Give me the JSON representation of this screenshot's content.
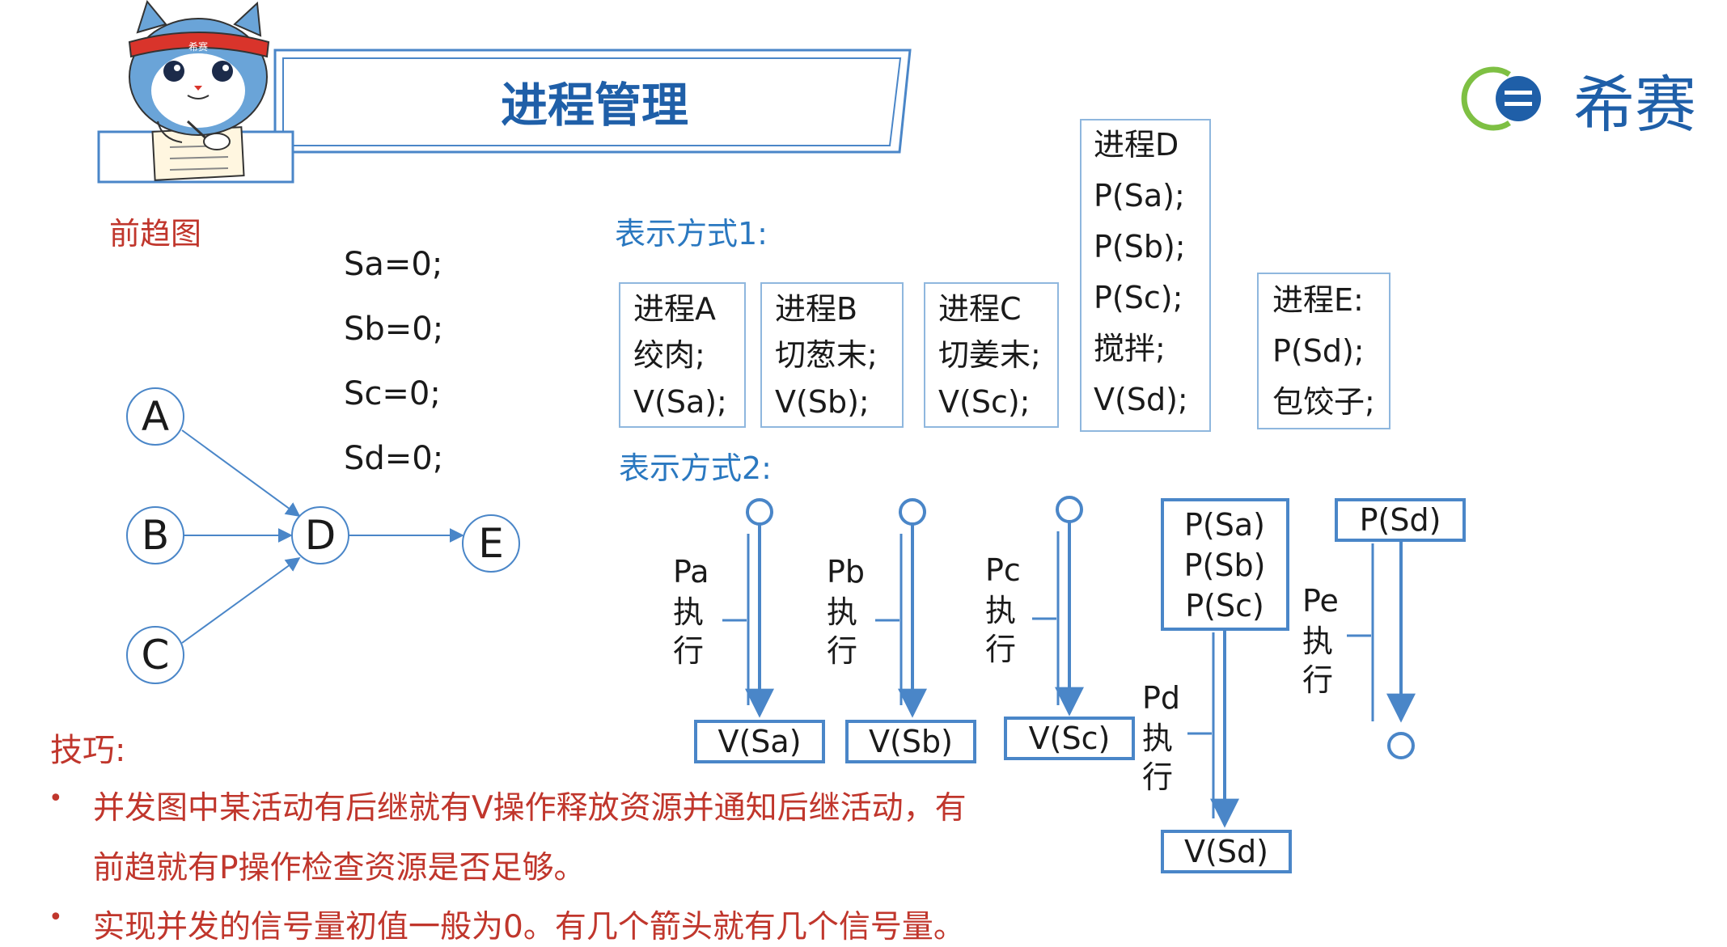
{
  "header": {
    "title": "进程管理",
    "logo_text": "希赛",
    "mascot_badge": "希赛"
  },
  "precedence": {
    "label": "前趋图",
    "nodes": [
      "A",
      "B",
      "C",
      "D",
      "E"
    ],
    "edges": [
      [
        "A",
        "D"
      ],
      [
        "B",
        "D"
      ],
      [
        "C",
        "D"
      ],
      [
        "D",
        "E"
      ]
    ],
    "semaphores": [
      "Sa=0;",
      "Sb=0;",
      "Sc=0;",
      "Sd=0;"
    ]
  },
  "method1": {
    "label": "表示方式1:",
    "boxes": [
      {
        "lines": [
          "进程A",
          "绞肉;",
          "V(Sa);"
        ]
      },
      {
        "lines": [
          "进程B",
          "切葱末;",
          "V(Sb);"
        ]
      },
      {
        "lines": [
          "进程C",
          "切姜末;",
          "V(Sc);"
        ]
      },
      {
        "lines": [
          "进程D",
          "P(Sa);",
          "P(Sb);",
          "P(Sc);",
          "搅拌;",
          "V(Sd);"
        ]
      },
      {
        "lines": [
          "进程E:",
          "P(Sd);",
          "包饺子;"
        ]
      }
    ]
  },
  "method2": {
    "label": "表示方式2:",
    "flows": [
      {
        "proc": "Pa",
        "exec": [
          "执",
          "行"
        ],
        "end": "V(Sa)"
      },
      {
        "proc": "Pb",
        "exec": [
          "执",
          "行"
        ],
        "end": "V(Sb)"
      },
      {
        "proc": "Pc",
        "exec": [
          "执",
          "行"
        ],
        "end": "V(Sc)"
      },
      {
        "proc": "Pd",
        "exec": [
          "执",
          "行"
        ],
        "start": [
          "P(Sa)",
          "P(Sb)",
          "P(Sc)"
        ],
        "end": "V(Sd)"
      },
      {
        "proc": "Pe",
        "exec": [
          "执",
          "行"
        ],
        "start": [
          "P(Sd)"
        ]
      }
    ]
  },
  "tips": {
    "heading": "技巧:",
    "items": [
      "并发图中某活动有后继就有V操作释放资源并通知后继活动，有",
      "前趋就有P操作检查资源是否足够。",
      "实现并发的信号量初值一般为0。有几个箭头就有几个信号量。"
    ]
  },
  "colors": {
    "blue": "#4a86c8",
    "title_blue": "#1f5fa8",
    "label_blue": "#2a78c0",
    "red": "#c0362c",
    "text": "#1a1a1a"
  }
}
